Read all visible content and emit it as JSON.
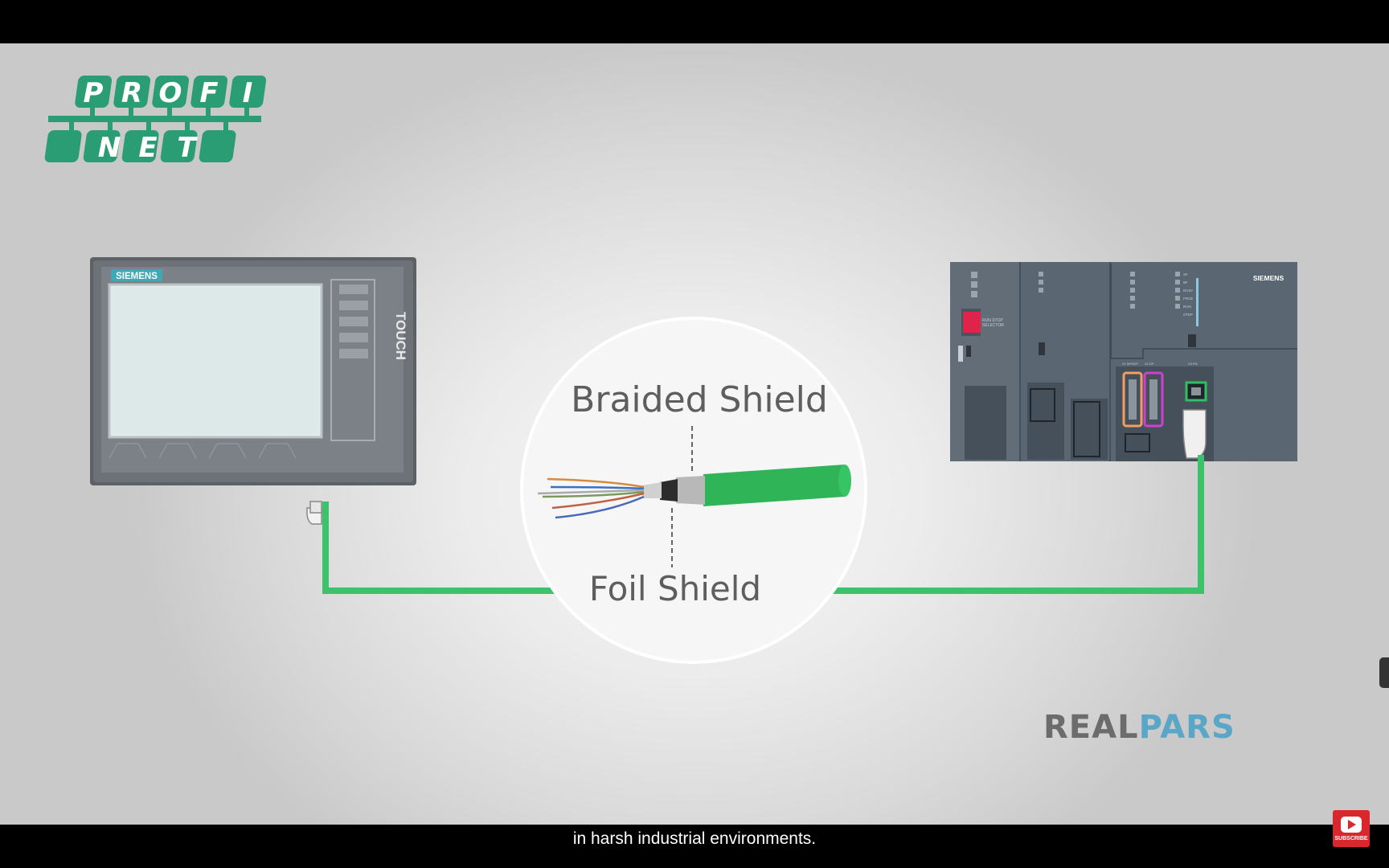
{
  "logo": {
    "row1": [
      "P",
      "R",
      "O",
      "F",
      "I"
    ],
    "row2": [
      "N",
      "E",
      "T"
    ],
    "color": "#2a9d74"
  },
  "hmi": {
    "brand": "SIEMENS",
    "side_text": "TOUCH"
  },
  "plc": {
    "brand": "SIEMENS",
    "module_labels": [
      "RUN STOP",
      "SELECTOR",
      "SF",
      "BF",
      "DC5V",
      "FRCE",
      "RUN",
      "STOP",
      "X1 MPI/DP",
      "X2 DP",
      "X3 PN"
    ]
  },
  "cable": {
    "top_label": "Braided Shield",
    "bottom_label": "Foil Shield",
    "color": "#2fbf62"
  },
  "brand": {
    "part1": "REAL",
    "part2": "PARS",
    "color1": "#6c6c6c",
    "color2": "#5aa6c6"
  },
  "caption": "in harsh industrial environments.",
  "subscribe_label": "SUBSCRIBE"
}
